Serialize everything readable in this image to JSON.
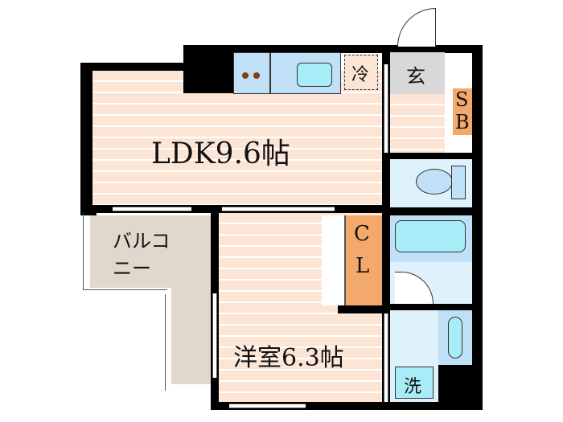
{
  "floorplan": {
    "rooms": {
      "ldk": {
        "label": "LDK9.6帖"
      },
      "western_room": {
        "label": "洋室6.3帖"
      },
      "balcony": {
        "line1": "バルコ",
        "line2": "ニー"
      },
      "entrance": {
        "label": "玄"
      },
      "shoe_box": {
        "line1": "S",
        "line2": "B"
      },
      "closet": {
        "line1": "C",
        "line2": "L"
      },
      "fridge": {
        "label": "冷"
      },
      "washer": {
        "label": "洗"
      }
    },
    "colors": {
      "floor": "#fde5d6",
      "balcony": "#e1d7cc",
      "storage": "#f3a86c",
      "wet_area": "#dff1fb",
      "fixture": "#a8ecf8",
      "entrance": "#d8d8d8",
      "wall": "#000000"
    }
  }
}
